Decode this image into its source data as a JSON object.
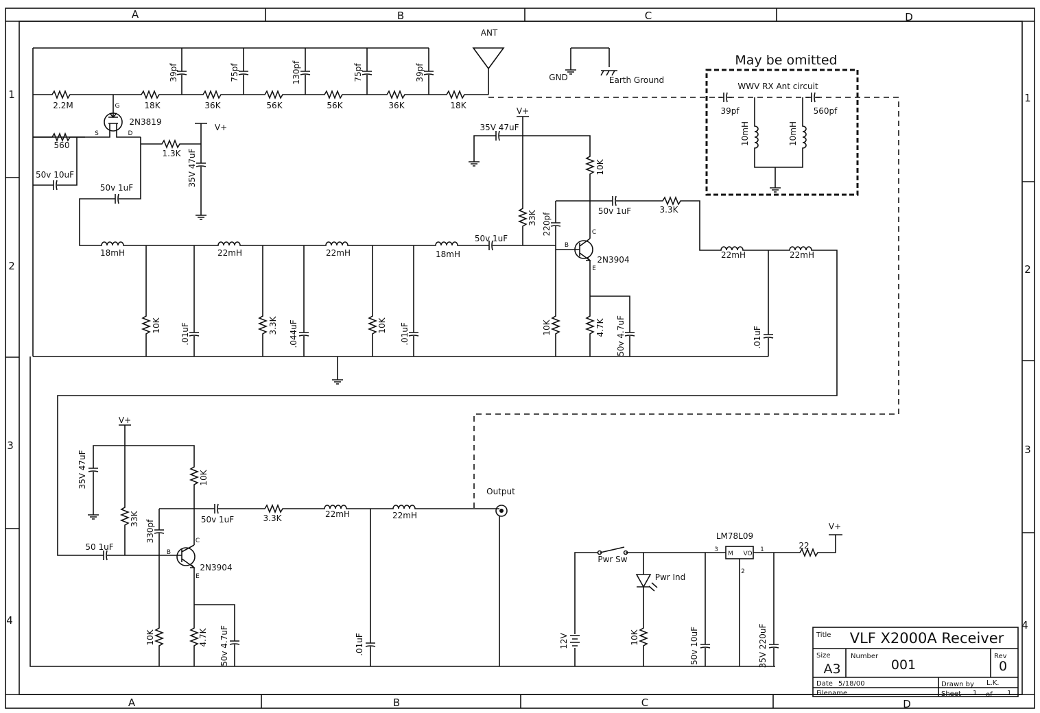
{
  "zones": {
    "columns": [
      "A",
      "B",
      "C",
      "D"
    ],
    "rows": [
      "1",
      "2",
      "3",
      "4"
    ]
  },
  "labels": {
    "ant": "ANT",
    "gnd": "GND",
    "earth_ground": "Earth Ground",
    "may_be_omitted": "May be omitted",
    "wwv_circuit": "WWV RX Ant circuit",
    "vplus": "V+",
    "output": "Output",
    "pwr_sw": "Pwr Sw",
    "pwr_ind": "Pwr Ind",
    "regulator": "LM78L09",
    "reg_m": "M",
    "reg_vo": "VO",
    "pin1": "1",
    "pin2": "2",
    "pin3": "3",
    "jfet": "2N3819",
    "jfet_g": "G",
    "jfet_s": "S",
    "jfet_d": "D",
    "bjt": "2N3904",
    "bjt_b": "B",
    "bjt_c": "C",
    "bjt_e": "E"
  },
  "components": {
    "input_chain": [
      "2.2M",
      "18K",
      "36K",
      "56K",
      "56K",
      "36K",
      "18K"
    ],
    "input_caps": [
      "39pf",
      "75pf",
      "130pf",
      "75pf",
      "39pf"
    ],
    "r560": "560",
    "c50v10uf": "50v 10uF",
    "r1_3k": "1.3K",
    "c50v1uf_a": "50v 1uF",
    "c35v47uf_a": "35V 47uF",
    "filter_inductors": [
      "18mH",
      "22mH",
      "22mH",
      "18mH"
    ],
    "filter_resistors": [
      "10K",
      "3.3K",
      "10K"
    ],
    "filter_caps": [
      ".01uF",
      ".044uF",
      ".01uF"
    ],
    "c50v1uf_b": "50v 1uF",
    "c35v47uf_b": "35V 47uF",
    "r33k_a": "33K",
    "c220pf": "220pf",
    "r10k_c": "10K",
    "c50v1uf_c": "50v 1uF",
    "r3_3k_a": "3.3K",
    "stage2_inductors": [
      "22mH",
      "22mH"
    ],
    "r10k_e": "10K",
    "r4_7k_a": "4.7K",
    "c50v4_7uf_a": "50v 4.7uF",
    "c01uf_end": ".01uF",
    "wwv_c1": "39pf",
    "wwv_c2": "560pf",
    "wwv_l1": "10mH",
    "wwv_l2": "10mH",
    "c35v47uf_c": "35V 47uF",
    "r33k_b": "33K",
    "r10k_c2": "10K",
    "c330pf": "330pf",
    "c50_1uf": "50 1uF",
    "c50v1uf_d": "50v 1uF",
    "r3_3k_b": "3.3K",
    "stage3_inductors": [
      "22mH",
      "22mH"
    ],
    "r10k_e2": "10K",
    "r4_7k_b": "4.7K",
    "c50v4_7uf_b": "50v 4.7uF",
    "c01uf_out": ".01uF",
    "battery": "12V",
    "r10k_led": "10K",
    "c50v10uf_reg": "50v 10uF",
    "c35v220uf": "35V 220uF",
    "r22": "22"
  },
  "title_block": {
    "title_label": "Title",
    "title": "VLF X2000A Receiver",
    "size_label": "Size",
    "size": "A3",
    "number_label": "Number",
    "number": "001",
    "rev_label": "Rev",
    "rev": "0",
    "date_label": "Date",
    "date": "5/18/00",
    "drawn_label": "Drawn by",
    "drawn": "L.K.",
    "filename_label": "Filename",
    "sheet_label": "Sheet",
    "sheet": "1",
    "of_label": "of",
    "of": "1"
  }
}
